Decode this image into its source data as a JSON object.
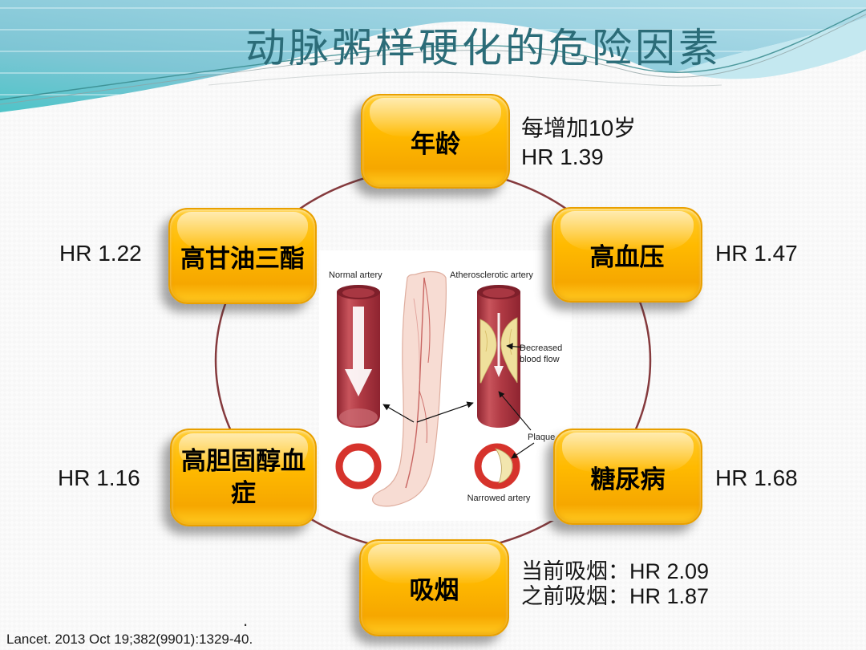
{
  "slide": {
    "title": "动脉粥样硬化的危险因素",
    "citation": "Lancet. 2013 Oct 19;382(9901):1329-40.",
    "stray_dot": "."
  },
  "factors": {
    "age": {
      "label": "年龄",
      "note_line1": "每增加10岁",
      "note_line2": "HR 1.39"
    },
    "hypertension": {
      "label": "高血压",
      "hr": "HR 1.47"
    },
    "triglycerides": {
      "label": "高甘油三酯",
      "hr": "HR 1.22"
    },
    "cholesterol": {
      "label": "高胆固醇血症",
      "hr": "HR 1.16"
    },
    "diabetes": {
      "label": "糖尿病",
      "hr": "HR 1.68"
    },
    "smoking": {
      "label": "吸烟",
      "note_line1": "当前吸烟：HR 2.09",
      "note_line2": "之前吸烟：HR 1.87"
    }
  },
  "illustration": {
    "normal_artery": "Normal artery",
    "atherosclerotic_artery": "Atherosclerotic artery",
    "decreased_line1": "Decreased",
    "decreased_line2": "blood flow",
    "plaque": "Plaque",
    "narrowed_artery": "Narrowed artery"
  },
  "colors": {
    "box_fill": "#FFB900",
    "box_border": "#E9A000",
    "ring": "#7E2F33",
    "title": "#2B6C78",
    "artery_red": "#C0392B",
    "plaque_yellow": "#EFE09C"
  }
}
